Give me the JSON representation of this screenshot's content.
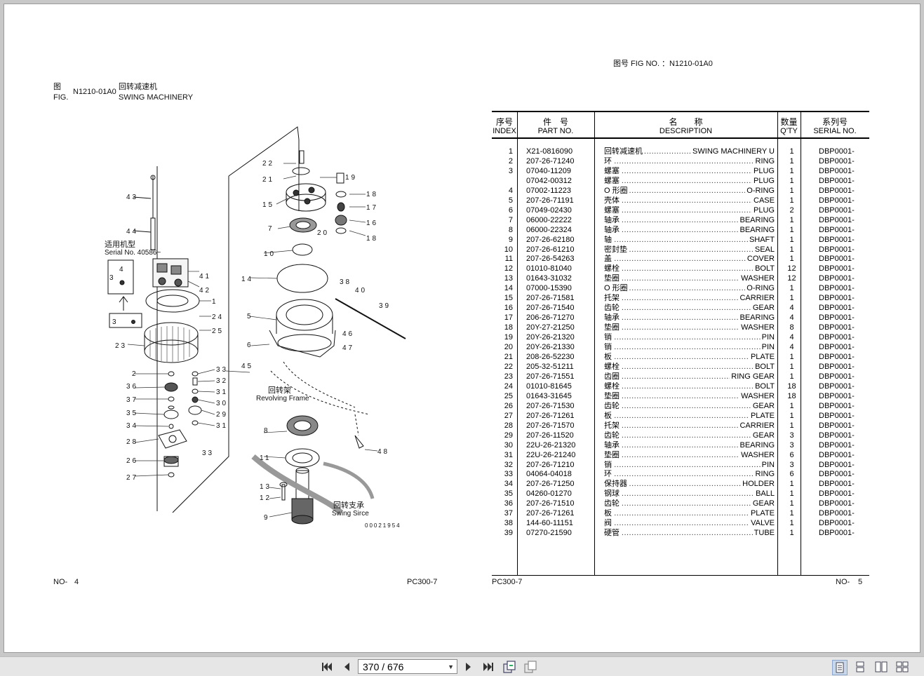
{
  "left_page": {
    "fig_cn": "图",
    "fig_en": "FIG.",
    "fig_no": "N1210-01A0",
    "title_cn": "回转减速机",
    "title_en": "SWING MACHINERY",
    "page_no_label": "NO-",
    "page_no": "4",
    "model": "PC300-7",
    "serial_cn": "适用机型",
    "serial_en": "Serial No. 40586~",
    "revolving_cn": "回转架",
    "revolving_en": "Revolving Frame",
    "swing_circle_cn": "回转支承",
    "swing_circle_en": "Swing Sirce",
    "drawing_code": "00021954",
    "callouts": [
      "43",
      "44",
      "41",
      "42",
      "1",
      "24",
      "25",
      "23",
      "2",
      "33",
      "36",
      "32",
      "31",
      "37",
      "30",
      "35",
      "29",
      "34",
      "31",
      "28",
      "33",
      "26",
      "27",
      "22",
      "19",
      "21",
      "18",
      "15",
      "17",
      "16",
      "7",
      "20",
      "18",
      "10",
      "14",
      "38",
      "40",
      "39",
      "5",
      "46",
      "6",
      "47",
      "45",
      "8",
      "48",
      "11",
      "13",
      "12",
      "9",
      "4",
      "3",
      "3"
    ]
  },
  "right_page": {
    "fig_header": "图号 FIG NO. ：N1210-01A0",
    "columns": [
      {
        "cn": "序号",
        "en": "INDEX"
      },
      {
        "cn": "件　号",
        "en": "PART NO."
      },
      {
        "cn": "名　　称",
        "en": "DESCRIPTION"
      },
      {
        "cn": "数量",
        "en": "Q'TY"
      },
      {
        "cn": "系列号",
        "en": "SERIAL NO."
      }
    ],
    "rows": [
      {
        "index": "1",
        "part": "X21-0816090",
        "cn": "回转减速机",
        "en": "SWING MACHINERY U",
        "qty": "1",
        "serial": "DBP0001-"
      },
      {
        "index": "2",
        "part": "207-26-71240",
        "cn": "环",
        "en": "RING",
        "qty": "1",
        "serial": "DBP0001-"
      },
      {
        "index": "3",
        "part": "07040-11209",
        "cn": "螺塞",
        "en": "PLUG",
        "qty": "1",
        "serial": "DBP0001-"
      },
      {
        "index": "",
        "part": "07042-00312",
        "cn": "螺塞",
        "en": "PLUG",
        "qty": "1",
        "serial": "DBP0001-"
      },
      {
        "index": "4",
        "part": "07002-11223",
        "cn": "O 形圈",
        "en": "O-RING",
        "qty": "1",
        "serial": "DBP0001-"
      },
      {
        "index": "5",
        "part": "207-26-71191",
        "cn": "壳体",
        "en": "CASE",
        "qty": "1",
        "serial": "DBP0001-"
      },
      {
        "index": "6",
        "part": "07049-02430",
        "cn": "螺塞",
        "en": "PLUG",
        "qty": "2",
        "serial": "DBP0001-"
      },
      {
        "index": "7",
        "part": "06000-22222",
        "cn": "轴承",
        "en": "BEARING",
        "qty": "1",
        "serial": "DBP0001-"
      },
      {
        "index": "8",
        "part": "06000-22324",
        "cn": "轴承",
        "en": "BEARING",
        "qty": "1",
        "serial": "DBP0001-"
      },
      {
        "index": "9",
        "part": "207-26-62180",
        "cn": "轴",
        "en": "SHAFT",
        "qty": "1",
        "serial": "DBP0001-"
      },
      {
        "index": "10",
        "part": "207-26-61210",
        "cn": "密封垫",
        "en": "SEAL",
        "qty": "1",
        "serial": "DBP0001-"
      },
      {
        "index": "11",
        "part": "207-26-54263",
        "cn": "盖",
        "en": "COVER",
        "qty": "1",
        "serial": "DBP0001-"
      },
      {
        "index": "12",
        "part": "01010-81040",
        "cn": "螺栓",
        "en": "BOLT",
        "qty": "12",
        "serial": "DBP0001-"
      },
      {
        "index": "13",
        "part": "01643-31032",
        "cn": "垫圈",
        "en": "WASHER",
        "qty": "12",
        "serial": "DBP0001-"
      },
      {
        "index": "14",
        "part": "07000-15390",
        "cn": "O 形圈",
        "en": "O-RING",
        "qty": "1",
        "serial": "DBP0001-"
      },
      {
        "index": "15",
        "part": "207-26-71581",
        "cn": "托架",
        "en": "CARRIER",
        "qty": "1",
        "serial": "DBP0001-"
      },
      {
        "index": "16",
        "part": "207-26-71540",
        "cn": "齿轮",
        "en": "GEAR",
        "qty": "4",
        "serial": "DBP0001-"
      },
      {
        "index": "17",
        "part": "206-26-71270",
        "cn": "轴承",
        "en": "BEARING",
        "qty": "4",
        "serial": "DBP0001-"
      },
      {
        "index": "18",
        "part": "20Y-27-21250",
        "cn": "垫圈",
        "en": "WASHER",
        "qty": "8",
        "serial": "DBP0001-"
      },
      {
        "index": "19",
        "part": "20Y-26-21320",
        "cn": "销",
        "en": "PIN",
        "qty": "4",
        "serial": "DBP0001-"
      },
      {
        "index": "20",
        "part": "20Y-26-21330",
        "cn": "销",
        "en": "PIN",
        "qty": "4",
        "serial": "DBP0001-"
      },
      {
        "index": "21",
        "part": "208-26-52230",
        "cn": "板",
        "en": "PLATE",
        "qty": "1",
        "serial": "DBP0001-"
      },
      {
        "index": "22",
        "part": "205-32-51211",
        "cn": "螺栓",
        "en": "BOLT",
        "qty": "1",
        "serial": "DBP0001-"
      },
      {
        "index": "23",
        "part": "207-26-71551",
        "cn": "齿圈",
        "en": "RING GEAR",
        "qty": "1",
        "serial": "DBP0001-"
      },
      {
        "index": "24",
        "part": "01010-81645",
        "cn": "螺栓",
        "en": "BOLT",
        "qty": "18",
        "serial": "DBP0001-"
      },
      {
        "index": "25",
        "part": "01643-31645",
        "cn": "垫圈",
        "en": "WASHER",
        "qty": "18",
        "serial": "DBP0001-"
      },
      {
        "index": "26",
        "part": "207-26-71530",
        "cn": "齿轮",
        "en": "GEAR",
        "qty": "1",
        "serial": "DBP0001-"
      },
      {
        "index": "27",
        "part": "207-26-71261",
        "cn": "板",
        "en": "PLATE",
        "qty": "1",
        "serial": "DBP0001-"
      },
      {
        "index": "28",
        "part": "207-26-71570",
        "cn": "托架",
        "en": "CARRIER",
        "qty": "1",
        "serial": "DBP0001-"
      },
      {
        "index": "29",
        "part": "207-26-11520",
        "cn": "齿轮",
        "en": "GEAR",
        "qty": "3",
        "serial": "DBP0001-"
      },
      {
        "index": "30",
        "part": "22U-26-21320",
        "cn": "轴承",
        "en": "BEARING",
        "qty": "3",
        "serial": "DBP0001-"
      },
      {
        "index": "31",
        "part": "22U-26-21240",
        "cn": "垫圈",
        "en": "WASHER",
        "qty": "6",
        "serial": "DBP0001-"
      },
      {
        "index": "32",
        "part": "207-26-71210",
        "cn": "销",
        "en": "PIN",
        "qty": "3",
        "serial": "DBP0001-"
      },
      {
        "index": "33",
        "part": "04064-04018",
        "cn": "环",
        "en": "RING",
        "qty": "6",
        "serial": "DBP0001-"
      },
      {
        "index": "34",
        "part": "207-26-71250",
        "cn": "保持器",
        "en": "HOLDER",
        "qty": "1",
        "serial": "DBP0001-"
      },
      {
        "index": "35",
        "part": "04260-01270",
        "cn": "钢球",
        "en": "BALL",
        "qty": "1",
        "serial": "DBP0001-"
      },
      {
        "index": "36",
        "part": "207-26-71510",
        "cn": "齿轮",
        "en": "GEAR",
        "qty": "1",
        "serial": "DBP0001-"
      },
      {
        "index": "37",
        "part": "207-26-71261",
        "cn": "板",
        "en": "PLATE",
        "qty": "1",
        "serial": "DBP0001-"
      },
      {
        "index": "38",
        "part": "144-60-11151",
        "cn": "阀",
        "en": "VALVE",
        "qty": "1",
        "serial": "DBP0001-"
      },
      {
        "index": "39",
        "part": "07270-21590",
        "cn": "硬管",
        "en": "TUBE",
        "qty": "1",
        "serial": "DBP0001-"
      }
    ],
    "model": "PC300-7",
    "page_no_label": "NO-",
    "page_no": "5"
  },
  "toolbar": {
    "page_indicator": "370 / 676",
    "icons": [
      "first-page-icon",
      "prev-page-icon",
      "next-page-icon",
      "last-page-icon",
      "copy-page-icon",
      "export-page-icon",
      "single-page-view-icon",
      "two-page-view-icon",
      "facing-pages-view-icon",
      "continuous-view-icon"
    ]
  }
}
